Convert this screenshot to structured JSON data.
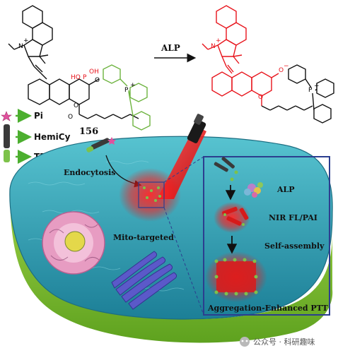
{
  "scheme": {
    "compound_number": "156",
    "arrow_label": "ALP",
    "atoms": {
      "n_plus": "N",
      "plus": "+",
      "p_plus": "P",
      "oh": "OH",
      "ho": "HO",
      "p": "P",
      "o": "O",
      "o_minus": "O",
      "minus": "−"
    }
  },
  "legend": [
    {
      "label": "Pi"
    },
    {
      "label": "HemiCy"
    },
    {
      "label": "TPP"
    }
  ],
  "cell": {
    "endocytosis": "Endocytosis",
    "mito_targeted": "Mito-targeted"
  },
  "inset": {
    "alp": "ALP",
    "nir": "NIR FL/PAI",
    "self_assembly": "Self-assembly",
    "ptt": "Aggregation-Enhanced PTT"
  },
  "watermark": "公众号 · 科研趣味",
  "colors": {
    "product_red": "#e8141c",
    "arrow_green": "#4caf2f",
    "cell_teal": "#2b9fb3",
    "cell_base": "#8cc63f",
    "inset_border": "#2c3e8f"
  }
}
